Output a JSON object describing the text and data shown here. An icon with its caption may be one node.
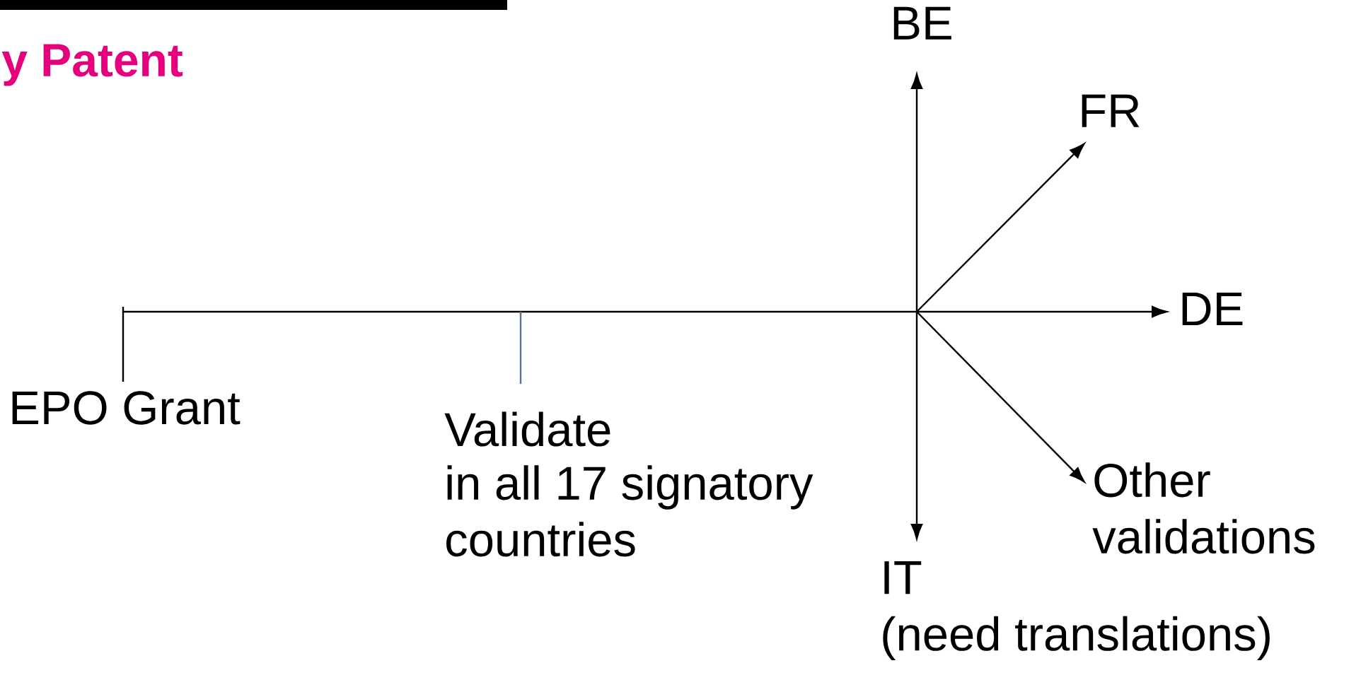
{
  "diagram": {
    "title": "y Patent",
    "nodes": [
      {
        "text": [
          "BE"
        ]
      },
      {
        "text": [
          "FR"
        ]
      },
      {
        "text": [
          "DE"
        ]
      },
      {
        "text": [
          "Other validations"
        ]
      },
      {
        "text": [
          "IT",
          "(need translations)"
        ]
      }
    ],
    "edges": [
      {
        "from": null,
        "to": 0,
        "arrow": "to"
      },
      {
        "from": null,
        "to": 1,
        "arrow": "to"
      },
      {
        "from": null,
        "to": 2,
        "arrow": "to"
      },
      {
        "from": null,
        "to": 3,
        "arrow": "to"
      },
      {
        "from": null,
        "to": 4,
        "arrow": "to"
      }
    ],
    "labels": [
      "EPO Grant",
      "Validate",
      "in all 17 signatory countries"
    ]
  }
}
